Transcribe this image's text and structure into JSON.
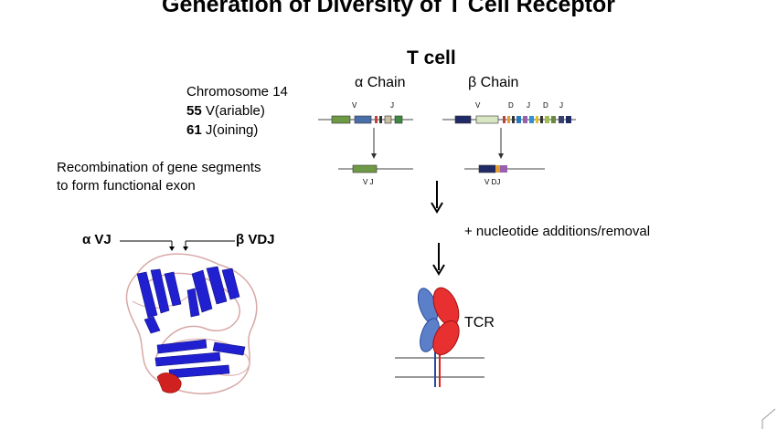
{
  "title": "Generation of Diversity of T Cell Receptor",
  "cell_title": "T cell",
  "alpha_chain_label": "α Chain",
  "beta_chain_label": "β Chain",
  "chromosome": {
    "line1": "Chromosome 14",
    "v_count": "55",
    "v_label": " V(ariable)",
    "j_count": "61",
    "j_label": " J(oining)"
  },
  "recombination": {
    "line1": "Recombination of gene segments",
    "line2": "to form functional exon"
  },
  "alpha_segments": {
    "v": "V",
    "j": "J"
  },
  "beta_segments": {
    "v": "V",
    "d1": "D",
    "j1": "J",
    "d2": "D",
    "j2": "J"
  },
  "alpha_result": "V J",
  "beta_result": "V  DJ",
  "nucleotide_note": "+ nucleotide additions/removal",
  "tcr_label": "TCR",
  "alpha_vj": "α VJ",
  "beta_vdj": "β VDJ",
  "colors": {
    "alpha_v": "#6e9a45",
    "alpha_blue": "#4a6ea8",
    "beta_dark": "#1f2a66",
    "beta_light": "#d9e6c4",
    "tcr_red": "#e83030",
    "tcr_blue": "#5b7fc8",
    "protein_blue": "#2020d0"
  }
}
